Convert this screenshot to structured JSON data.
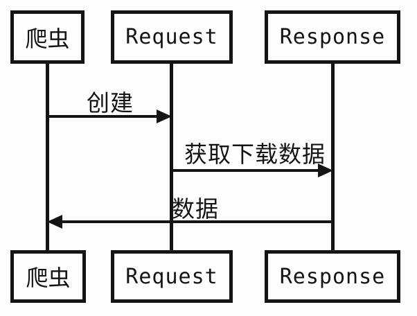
{
  "colors": {
    "background": "#fdfdfd",
    "ink": "#141414"
  },
  "diagram": {
    "type": "sequence-diagram",
    "actors": [
      {
        "id": "crawler",
        "label": "爬虫"
      },
      {
        "id": "request",
        "label": "Request"
      },
      {
        "id": "response",
        "label": "Response"
      }
    ],
    "messages": [
      {
        "label": "创建",
        "from": "crawler",
        "to": "request",
        "direction": "right"
      },
      {
        "label": "获取下载数据",
        "from": "request",
        "to": "response",
        "direction": "right"
      },
      {
        "label": "数据",
        "from": "response",
        "to": "crawler",
        "direction": "left"
      }
    ]
  }
}
